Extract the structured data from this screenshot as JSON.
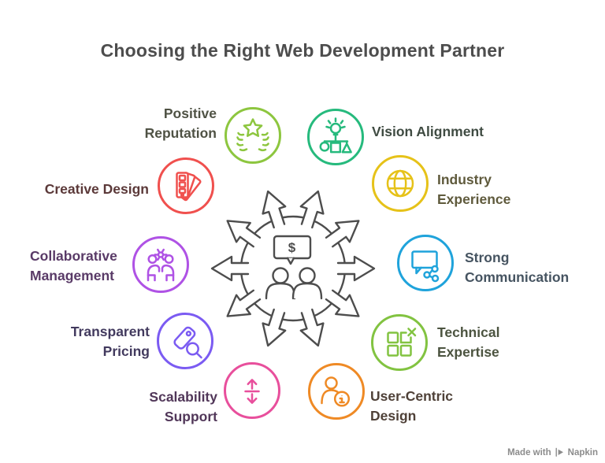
{
  "title": "Choosing the Right Web Development Partner",
  "title_color": "#4D4D4D",
  "background": "#FFFFFF",
  "hub": {
    "symbol": "$",
    "color": "#4D4D4D"
  },
  "items": [
    {
      "label": "Positive Reputation",
      "lines": [
        "Positive",
        "Reputation"
      ],
      "color": "#8DC63F",
      "label_color": "#4F5244",
      "icon": "star-laurel"
    },
    {
      "label": "Vision Alignment",
      "lines": [
        "Vision Alignment"
      ],
      "color": "#26BA7D",
      "label_color": "#3F4B42",
      "icon": "idea-shapes"
    },
    {
      "label": "Industry Experience",
      "lines": [
        "Industry",
        "Experience"
      ],
      "color": "#E6C219",
      "label_color": "#5F5A3C",
      "icon": "globe"
    },
    {
      "label": "Strong Communication",
      "lines": [
        "Strong",
        "Communication"
      ],
      "color": "#1FA3DB",
      "label_color": "#465461",
      "icon": "chat-share"
    },
    {
      "label": "Technical Expertise",
      "lines": [
        "Technical",
        "Expertise"
      ],
      "color": "#82C341",
      "label_color": "#4C5440",
      "icon": "modules-x"
    },
    {
      "label": "User-Centric Design",
      "lines": [
        "User-Centric",
        "Design"
      ],
      "color": "#EF8A25",
      "label_color": "#4F4138",
      "icon": "person-info"
    },
    {
      "label": "Scalability Support",
      "lines": [
        "Scalability",
        "Support"
      ],
      "color": "#E84F9C",
      "label_color": "#513759",
      "icon": "scale-arrows"
    },
    {
      "label": "Transparent Pricing",
      "lines": [
        "Transparent",
        "Pricing"
      ],
      "color": "#7B5BF2",
      "label_color": "#423A5E",
      "icon": "tag-search"
    },
    {
      "label": "Collaborative Management",
      "lines": [
        "Collaborative",
        "Management"
      ],
      "color": "#AF52E5",
      "label_color": "#593A67",
      "icon": "team-gear"
    },
    {
      "label": "Creative Design",
      "lines": [
        "Creative Design"
      ],
      "color": "#F0504E",
      "label_color": "#5B3939",
      "icon": "swatches"
    }
  ],
  "footer": {
    "made_with": "Made with",
    "brand": "Napkin"
  }
}
